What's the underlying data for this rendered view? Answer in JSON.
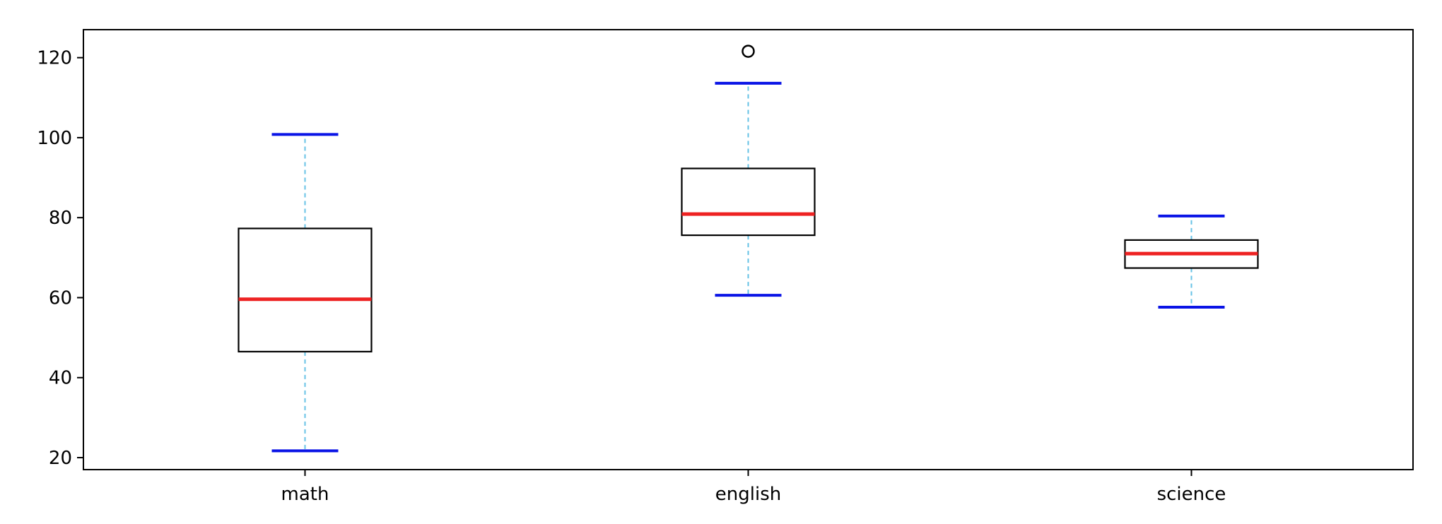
{
  "chart_data": {
    "type": "box",
    "title": "",
    "xlabel": "",
    "ylabel": "",
    "categories": [
      "math",
      "english",
      "science"
    ],
    "ylim": [
      17,
      127
    ],
    "yticks": [
      20,
      40,
      60,
      80,
      100,
      120
    ],
    "grid": false,
    "boxes": [
      {
        "category": "math",
        "whisker_low": 21.7,
        "q1": 46.5,
        "median": 59.6,
        "q3": 77.3,
        "whisker_high": 100.8,
        "outliers": []
      },
      {
        "category": "english",
        "whisker_low": 60.6,
        "q1": 75.6,
        "median": 80.9,
        "q3": 92.3,
        "whisker_high": 113.6,
        "outliers": [
          121.6
        ]
      },
      {
        "category": "science",
        "whisker_low": 57.6,
        "q1": 67.4,
        "median": 71.0,
        "q3": 74.4,
        "whisker_high": 80.4,
        "outliers": []
      }
    ],
    "colors": {
      "box_edge": "#000000",
      "median": "#ee2222",
      "whisker": "#66c2e6",
      "cap": "#0a14e6",
      "outlier_edge": "#000000",
      "axis": "#000000"
    }
  }
}
